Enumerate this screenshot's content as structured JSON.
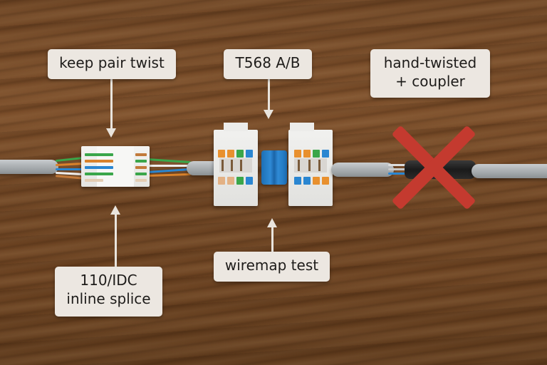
{
  "labels": {
    "keep_pair_twist": "keep pair twist",
    "t568": "T568 A/B",
    "hand_twisted": [
      "hand-twisted",
      "+ coupler"
    ],
    "idc_splice": [
      "110/IDC",
      "inline splice"
    ],
    "wiremap_test": "wiremap test"
  },
  "colors": {
    "wood": "#6e4524",
    "label_bg": "#ece7e1",
    "label_text": "#1e1c1a",
    "x_mark": "#c43a2f",
    "coupler_blue": "#2f8bd6",
    "cable_gray": "#b2b6b9",
    "wire_orange": "#d9822b",
    "wire_green": "#3aa64a",
    "wire_blue": "#2a86d1",
    "wire_brown": "#a07445"
  },
  "scene": {
    "items": [
      {
        "name": "idc-inline-splice",
        "status": "recommended"
      },
      {
        "name": "keystone-coupler-pair",
        "status": "recommended"
      },
      {
        "name": "hand-twisted-taped-splice",
        "status": "not-recommended"
      }
    ]
  }
}
